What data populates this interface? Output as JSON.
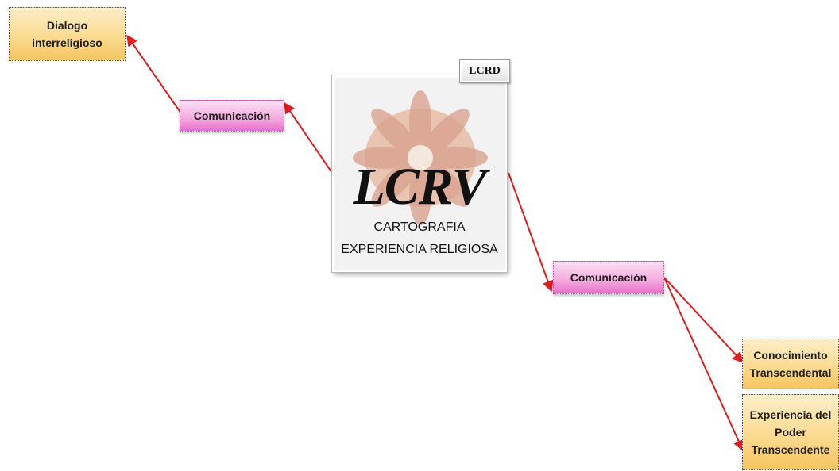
{
  "nodes": {
    "dialogo": "Dialogo\ninterreligioso",
    "comunicacion_left": "Comunicación",
    "comunicacion_right": "Comunicación",
    "conocimiento": "Conocimiento\nTranscendental",
    "experiencia": "Experiencia del\nPoder\nTranscendente"
  },
  "center": {
    "title": "LCRV",
    "subtitle_1": "CARTOGRAFIA",
    "subtitle_2": "EXPERIENCIA RELIGIOSA"
  },
  "badge": {
    "label": "LCRD"
  },
  "colors": {
    "arrow": "#e21b1b",
    "leaf_fill": "#fbd98c",
    "relation_fill": "#f4a9de"
  }
}
